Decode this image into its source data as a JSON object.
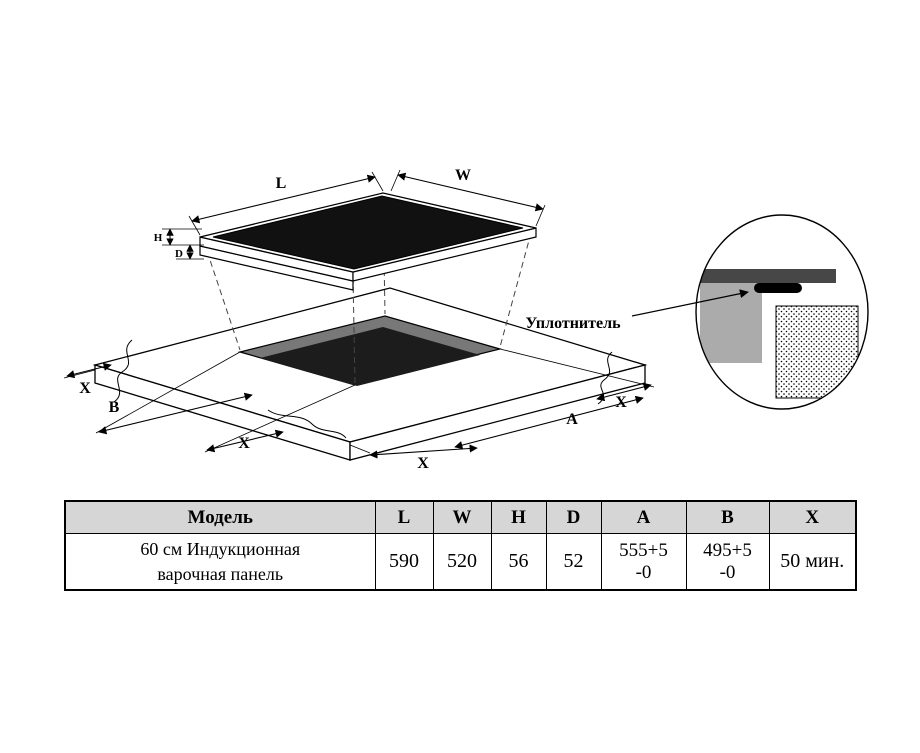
{
  "colors": {
    "header_bg": "#d6d6d6",
    "glass": "#111111",
    "line": "#000000"
  },
  "diagram": {
    "dims": {
      "L": "L",
      "W": "W",
      "H": "H",
      "D": "D",
      "A": "A",
      "B": "B",
      "X": "X"
    },
    "seal_label": "Уплотнитель"
  },
  "table": {
    "headers": [
      "Модель",
      "L",
      "W",
      "H",
      "D",
      "A",
      "B",
      "X"
    ],
    "row": {
      "model_line1": "60 см Индукционная",
      "model_line2": "варочная панель",
      "L": "590",
      "W": "520",
      "H": "56",
      "D": "52",
      "A_line1": "555+5",
      "A_line2": "-0",
      "B_line1": "495+5",
      "B_line2": "-0",
      "X": "50 мин."
    }
  }
}
